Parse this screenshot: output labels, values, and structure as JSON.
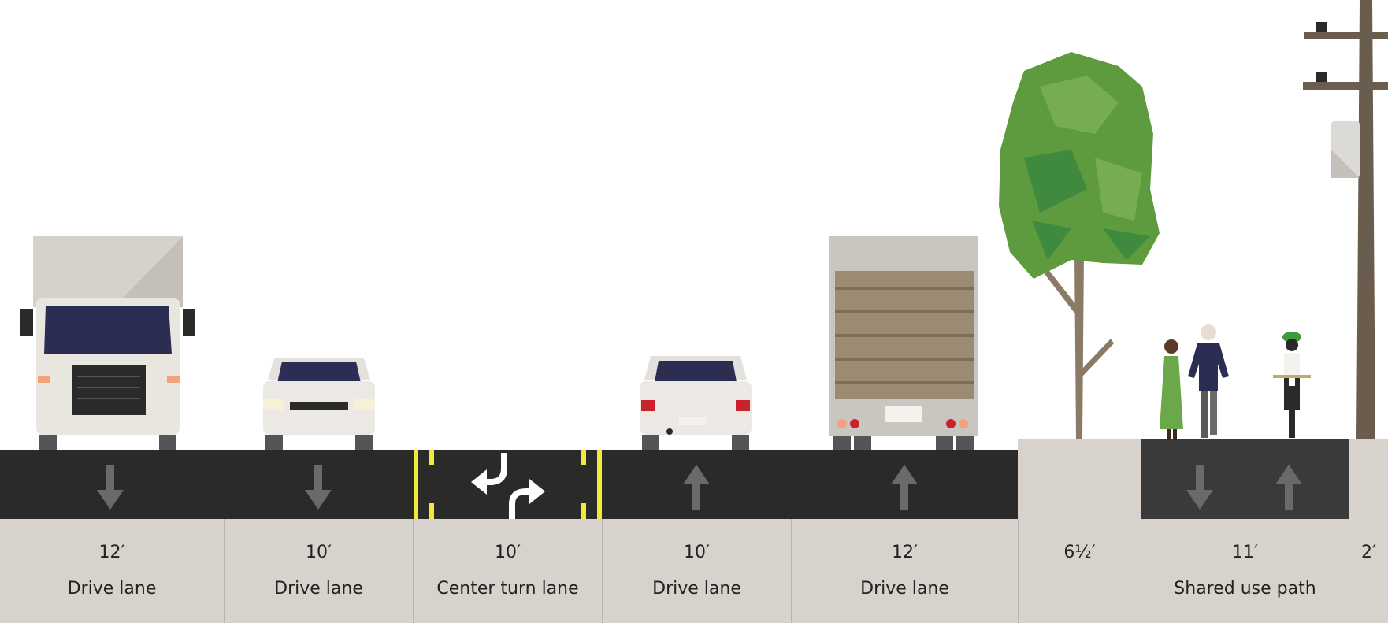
{
  "segments": [
    {
      "width": "12′",
      "name": "Drive lane"
    },
    {
      "width": "10′",
      "name": "Drive lane"
    },
    {
      "width": "10′",
      "name": "Center turn lane"
    },
    {
      "width": "10′",
      "name": "Drive lane"
    },
    {
      "width": "12′",
      "name": "Drive lane"
    },
    {
      "width": "6½′",
      "name": ""
    },
    {
      "width": "11′",
      "name": "Shared use path"
    },
    {
      "width": "2′",
      "name": ""
    }
  ],
  "colors": {
    "asphalt": "#2a2b29",
    "sidewalk": "#d7d3cc",
    "yellow_marking": "#f2e93a",
    "arrow_gray": "#6a6a6a",
    "tree_green": "#5e9a3e",
    "pole_brown": "#6b5d4e"
  },
  "icons": [
    "down-arrow-icon",
    "left-turn-arrow-icon",
    "right-turn-arrow-icon",
    "up-arrow-icon"
  ]
}
